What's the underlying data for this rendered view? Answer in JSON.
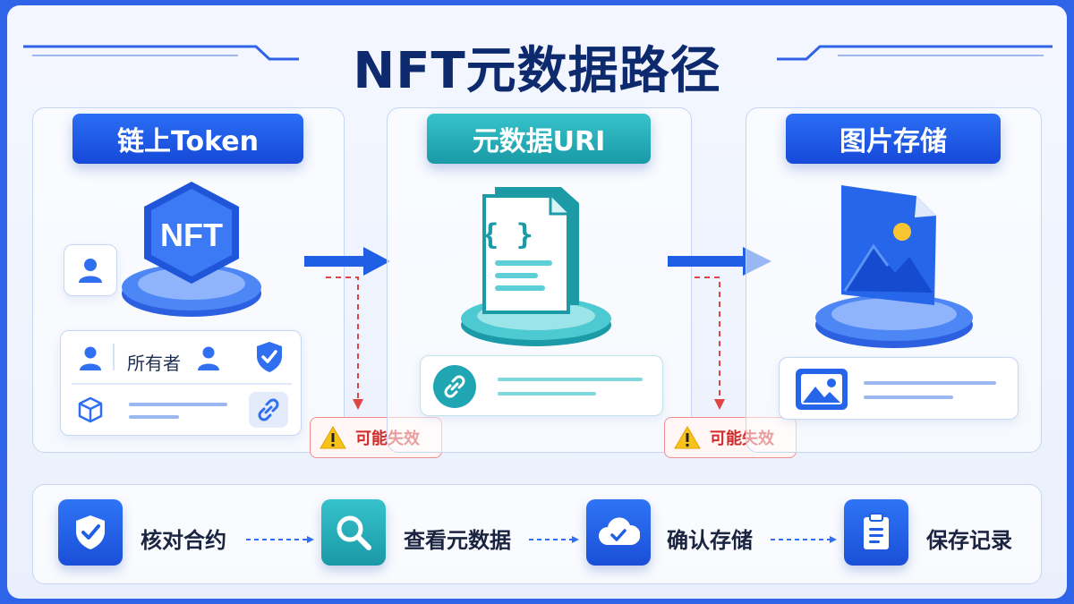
{
  "title": "NFT元数据路径",
  "colors": {
    "blue": "#1f5fe6",
    "teal": "#22a8b3",
    "warn": "#d02a2a",
    "navy": "#0d2a6e"
  },
  "panels": [
    {
      "title": "链上Token",
      "hero_label": "NFT",
      "owner_label": "所有者",
      "icons": [
        "user-icon",
        "user-icon",
        "shield-check-icon",
        "cube-icon",
        "link-icon"
      ]
    },
    {
      "title": "元数据URI",
      "hero_label": "{ }",
      "icons": [
        "link-icon"
      ]
    },
    {
      "title": "图片存储",
      "icons": [
        "image-icon"
      ]
    }
  ],
  "warnings": [
    {
      "text": "可能失效"
    },
    {
      "text": "可能失效"
    }
  ],
  "steps": [
    {
      "label": "核对合约",
      "icon": "shield-check-icon"
    },
    {
      "label": "查看元数据",
      "icon": "search-icon"
    },
    {
      "label": "确认存储",
      "icon": "cloud-check-icon"
    },
    {
      "label": "保存记录",
      "icon": "clipboard-icon"
    }
  ]
}
